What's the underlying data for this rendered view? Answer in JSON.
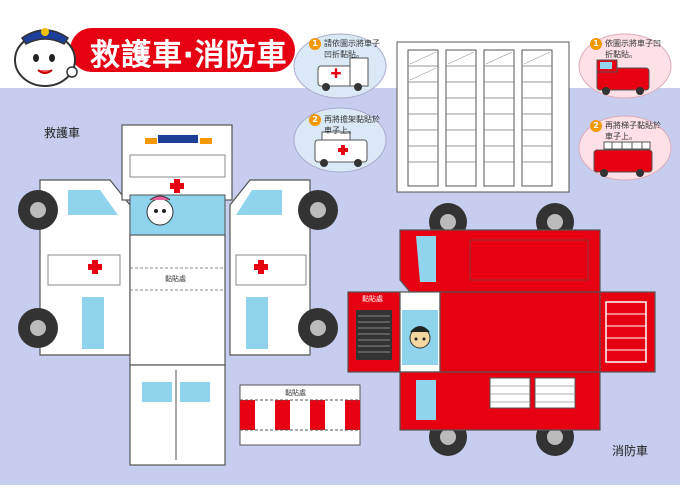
{
  "title": "救護車‧消防車",
  "ambulance_label": "救護車",
  "firetruck_label": "消防車",
  "steps": {
    "ambulance_step1_num": "1",
    "ambulance_step1_text": "請依圖示將車子凹折黏貼。",
    "ambulance_step2_num": "2",
    "ambulance_step2_text": "再將擔架黏貼於車子上。",
    "firetruck_step1_num": "1",
    "firetruck_step1_text": "依圖示將車子凹折黏貼。",
    "firetruck_step2_num": "2",
    "firetruck_step2_text": "再將梯子黏貼於車子上。"
  },
  "glue_label": "黏貼處",
  "colors": {
    "title_bar": "#e60012",
    "background_blue": "#c7cdee",
    "ambulance_white": "#ffffff",
    "firetruck_red": "#e60012",
    "window_blue": "#8fd3ec",
    "bubble_blue": "#dbe9f7",
    "bubble_pink": "#fde1e6",
    "step_orange": "#f39800"
  },
  "icons": {
    "mascot": "mascot-icon",
    "red-cross": "red-cross-icon",
    "wheel": "wheel-icon",
    "ladder": "ladder-icon"
  }
}
